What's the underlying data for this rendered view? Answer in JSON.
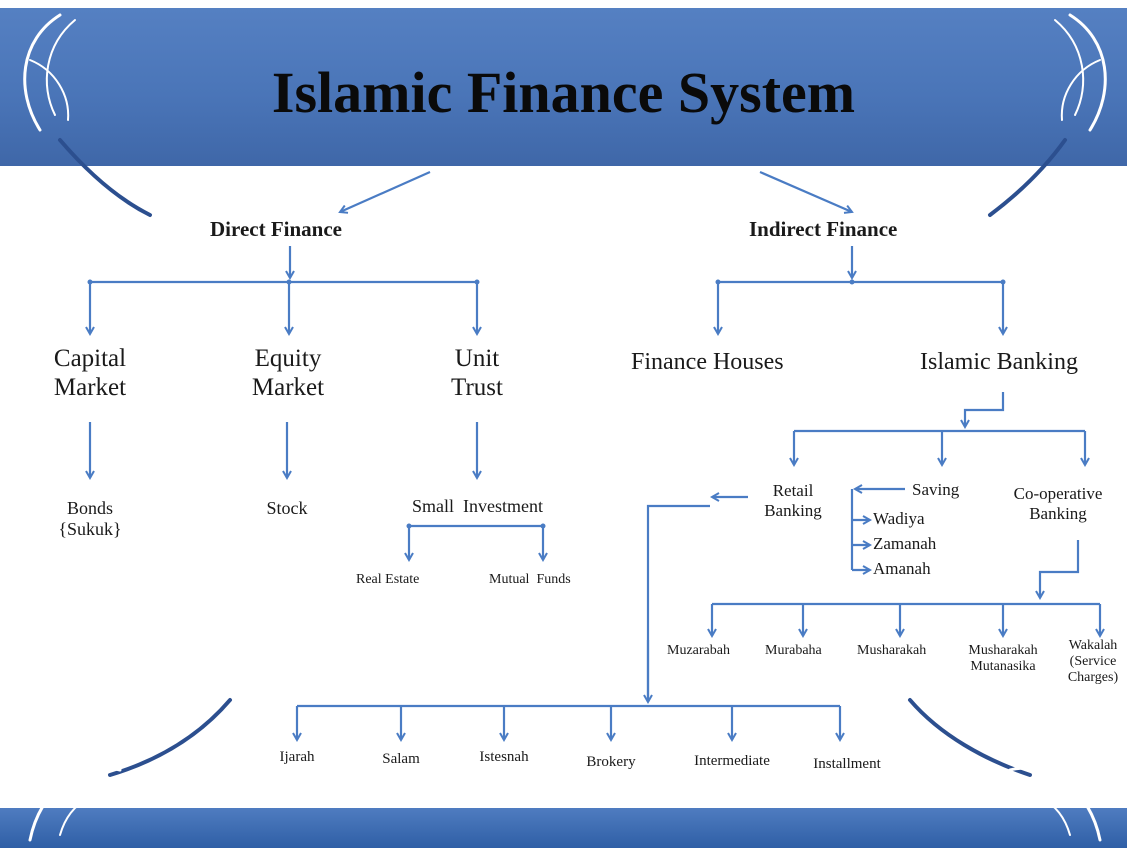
{
  "title": "Islamic Finance System",
  "branches": {
    "direct": "Direct Finance",
    "indirect": "Indirect Finance"
  },
  "direct": {
    "capital_market": {
      "line1": "Capital",
      "line2": "Market",
      "child_line1": "Bonds",
      "child_line2": "{Sukuk}"
    },
    "equity_market": {
      "line1": "Equity",
      "line2": "Market",
      "child": "Stock"
    },
    "unit_trust": {
      "line1": "Unit",
      "line2": "Trust",
      "child": "Small  Investment",
      "real_estate": "Real Estate",
      "mutual_funds": "Mutual  Funds"
    }
  },
  "indirect": {
    "finance_houses": "Finance Houses",
    "islamic_banking": "Islamic Banking",
    "retail_banking": {
      "line1": "Retail",
      "line2": "Banking"
    },
    "saving": {
      "label": "Saving",
      "items": [
        "Wadiya",
        "Zamanah",
        "Amanah"
      ]
    },
    "cooperative": {
      "line1": "Co-operative",
      "line2": "Banking"
    },
    "cooperative_children": {
      "muzarabah": "Muzarabah",
      "murabaha": "Murabaha",
      "musharakah": "Musharakah",
      "musharakah_mutanasika": {
        "line1": "Musharakah",
        "line2": "Mutanasika"
      },
      "wakalah": {
        "line1": "Wakalah",
        "line2": "(Service",
        "line3": "Charges)"
      }
    },
    "retail_children": [
      "Ijarah",
      "Salam",
      "Istesnah",
      "Brokery",
      "Intermediate",
      "Installment"
    ]
  },
  "colors": {
    "banner": "#4a75b8",
    "connector": "#4a7cc4",
    "text": "#1a1a1a"
  }
}
